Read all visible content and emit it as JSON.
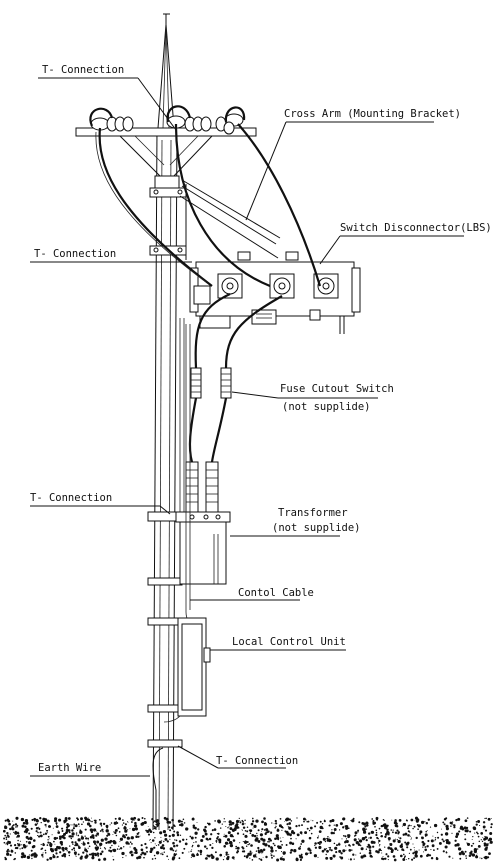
{
  "labels": {
    "t_connection_top": "T- Connection",
    "cross_arm": "Cross Arm (Mounting Bracket)",
    "switch_disconnector": "Switch Disconnector(LBS)",
    "t_connection_lbs": "T- Connection",
    "fuse_cutout_line1": "Fuse Cutout Switch",
    "fuse_cutout_line2": "(not supplide)",
    "t_connection_transformer": "T- Connection",
    "transformer_line1": "Transformer",
    "transformer_line2": "(not supplide)",
    "control_cable": "Contol Cable",
    "local_control_unit": "Local Control Unit",
    "t_connection_bottom": "T- Connection",
    "earth_wire": "Earth Wire"
  },
  "colors": {
    "line": "#111111",
    "background": "#ffffff"
  }
}
